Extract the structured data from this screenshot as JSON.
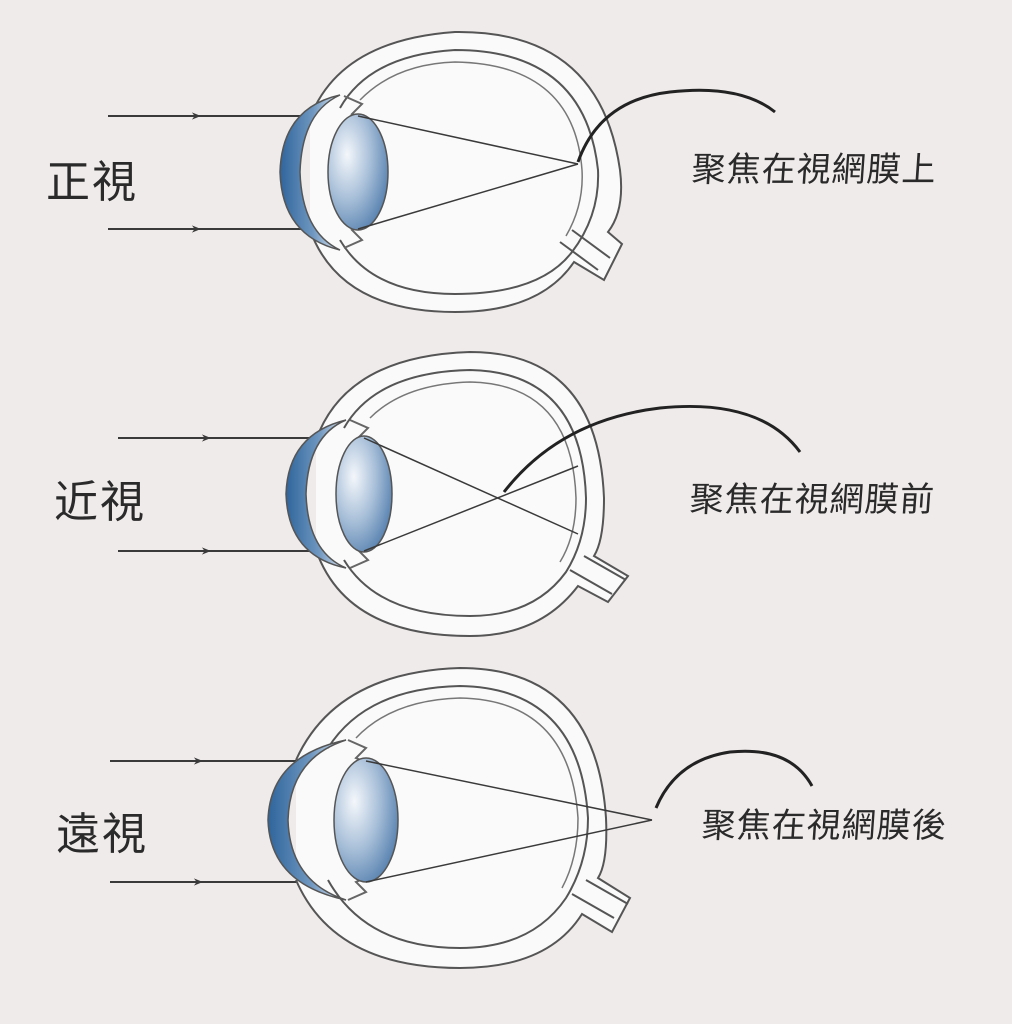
{
  "colors": {
    "background": "#f0ebeb",
    "line": "#3a3a3a",
    "eye_outline": "#555555",
    "cornea_blue": "#3f74a8",
    "lens_blue": "#3f6fa3"
  },
  "panels": [
    {
      "id": "normal",
      "condition": "正視",
      "focus_note": "聚焦在視網膜上",
      "focus_position": "on-retina"
    },
    {
      "id": "myopia",
      "condition": "近視",
      "focus_note": "聚焦在視網膜前",
      "focus_position": "in-front-of-retina"
    },
    {
      "id": "hyperopia",
      "condition": "遠視",
      "focus_note": "聚焦在視網膜後",
      "focus_position": "behind-retina"
    }
  ]
}
